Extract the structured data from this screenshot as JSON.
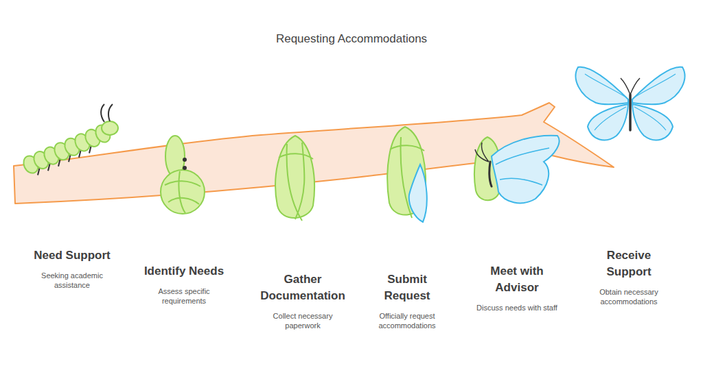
{
  "diagram": {
    "title": "Requesting Accommodations",
    "nodes": [
      {
        "text": [
          "Need Support",
          "Seeking academic assistance"
        ]
      },
      {
        "text": [
          "Identify Needs",
          "Assess specific requirements"
        ]
      },
      {
        "text": [
          "Gather Documentation",
          "Collect necessary paperwork"
        ]
      },
      {
        "text": [
          "Submit Request",
          "Officially request accommodations"
        ]
      },
      {
        "text": [
          "Meet with Advisor",
          "Discuss needs with staff"
        ]
      },
      {
        "text": [
          "Receive Support",
          "Obtain necessary accommodations"
        ]
      }
    ]
  }
}
